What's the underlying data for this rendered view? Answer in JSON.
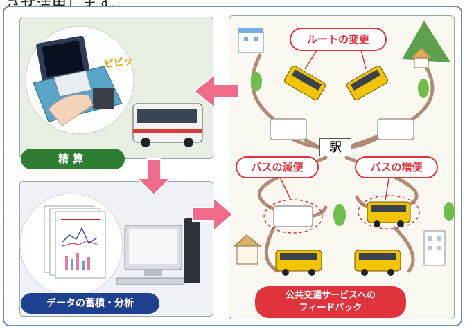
{
  "header": {
    "fragment": "させ活用します。"
  },
  "panels": {
    "settlement": {
      "label": "精算",
      "sound": "ピピッ"
    },
    "data": {
      "label": "データの蓄積・分析"
    },
    "feedback": {
      "label_line1": "公共交通サービスへの",
      "label_line2": "フィードバック",
      "station": "駅",
      "route_change": "ルートの変更",
      "bus_decrease": "バスの減便",
      "bus_increase": "バスの増便"
    }
  },
  "colors": {
    "green_pill": "#2e7d32",
    "blue_pill": "#1f3f8f",
    "red_pill": "#e0333b",
    "arrow_pink": "#f06a8a",
    "road": "#b08a74",
    "bus_yellow": "#f2c400"
  }
}
